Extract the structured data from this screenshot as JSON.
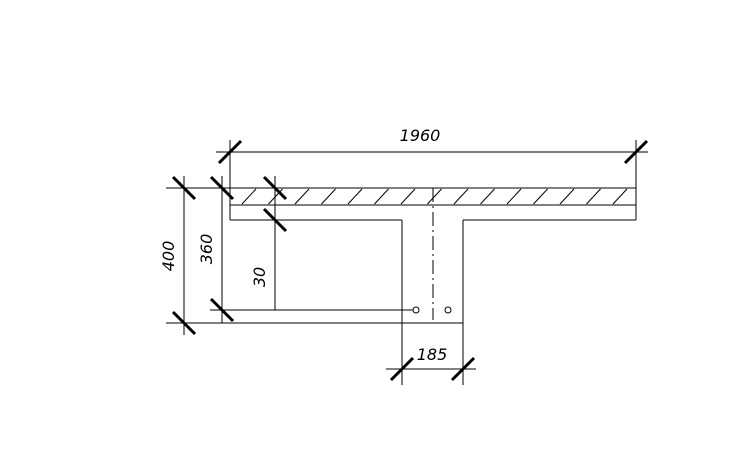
{
  "dimensions": {
    "overall_width": "1960",
    "overall_height": "400",
    "effective_height": "360",
    "slab_thickness": "30",
    "web_width": "185"
  }
}
